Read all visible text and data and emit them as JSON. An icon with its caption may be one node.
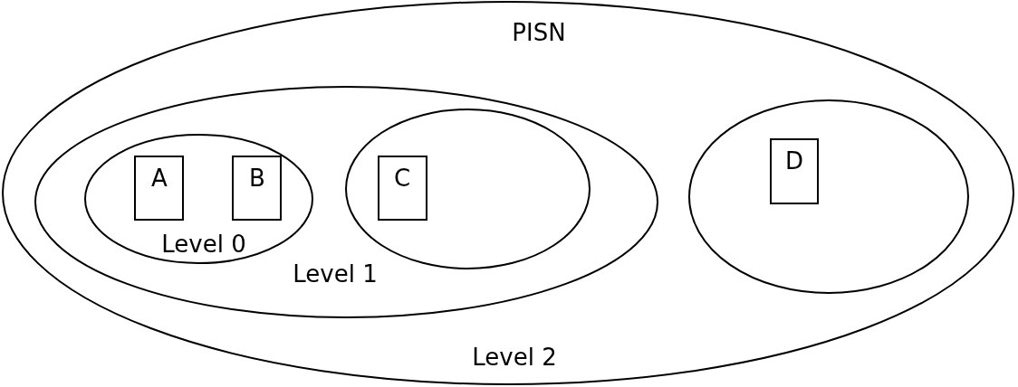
{
  "diagram": {
    "nodes": [
      {
        "text": [
          "PISN",
          "Level 2"
        ]
      },
      {
        "text": [
          "Level 1"
        ],
        "in": 0
      },
      {
        "text": [
          "Level 0"
        ],
        "in": 1
      },
      {
        "text": [
          "A"
        ],
        "in": 2
      },
      {
        "text": [
          "B"
        ],
        "in": 2
      },
      {
        "text": [],
        "shape": "ellipse",
        "in": 1
      },
      {
        "text": [
          "C"
        ],
        "in": 5
      },
      {
        "text": [],
        "shape": "ellipse",
        "in": 0
      },
      {
        "text": [
          "D"
        ],
        "in": 7
      }
    ]
  }
}
